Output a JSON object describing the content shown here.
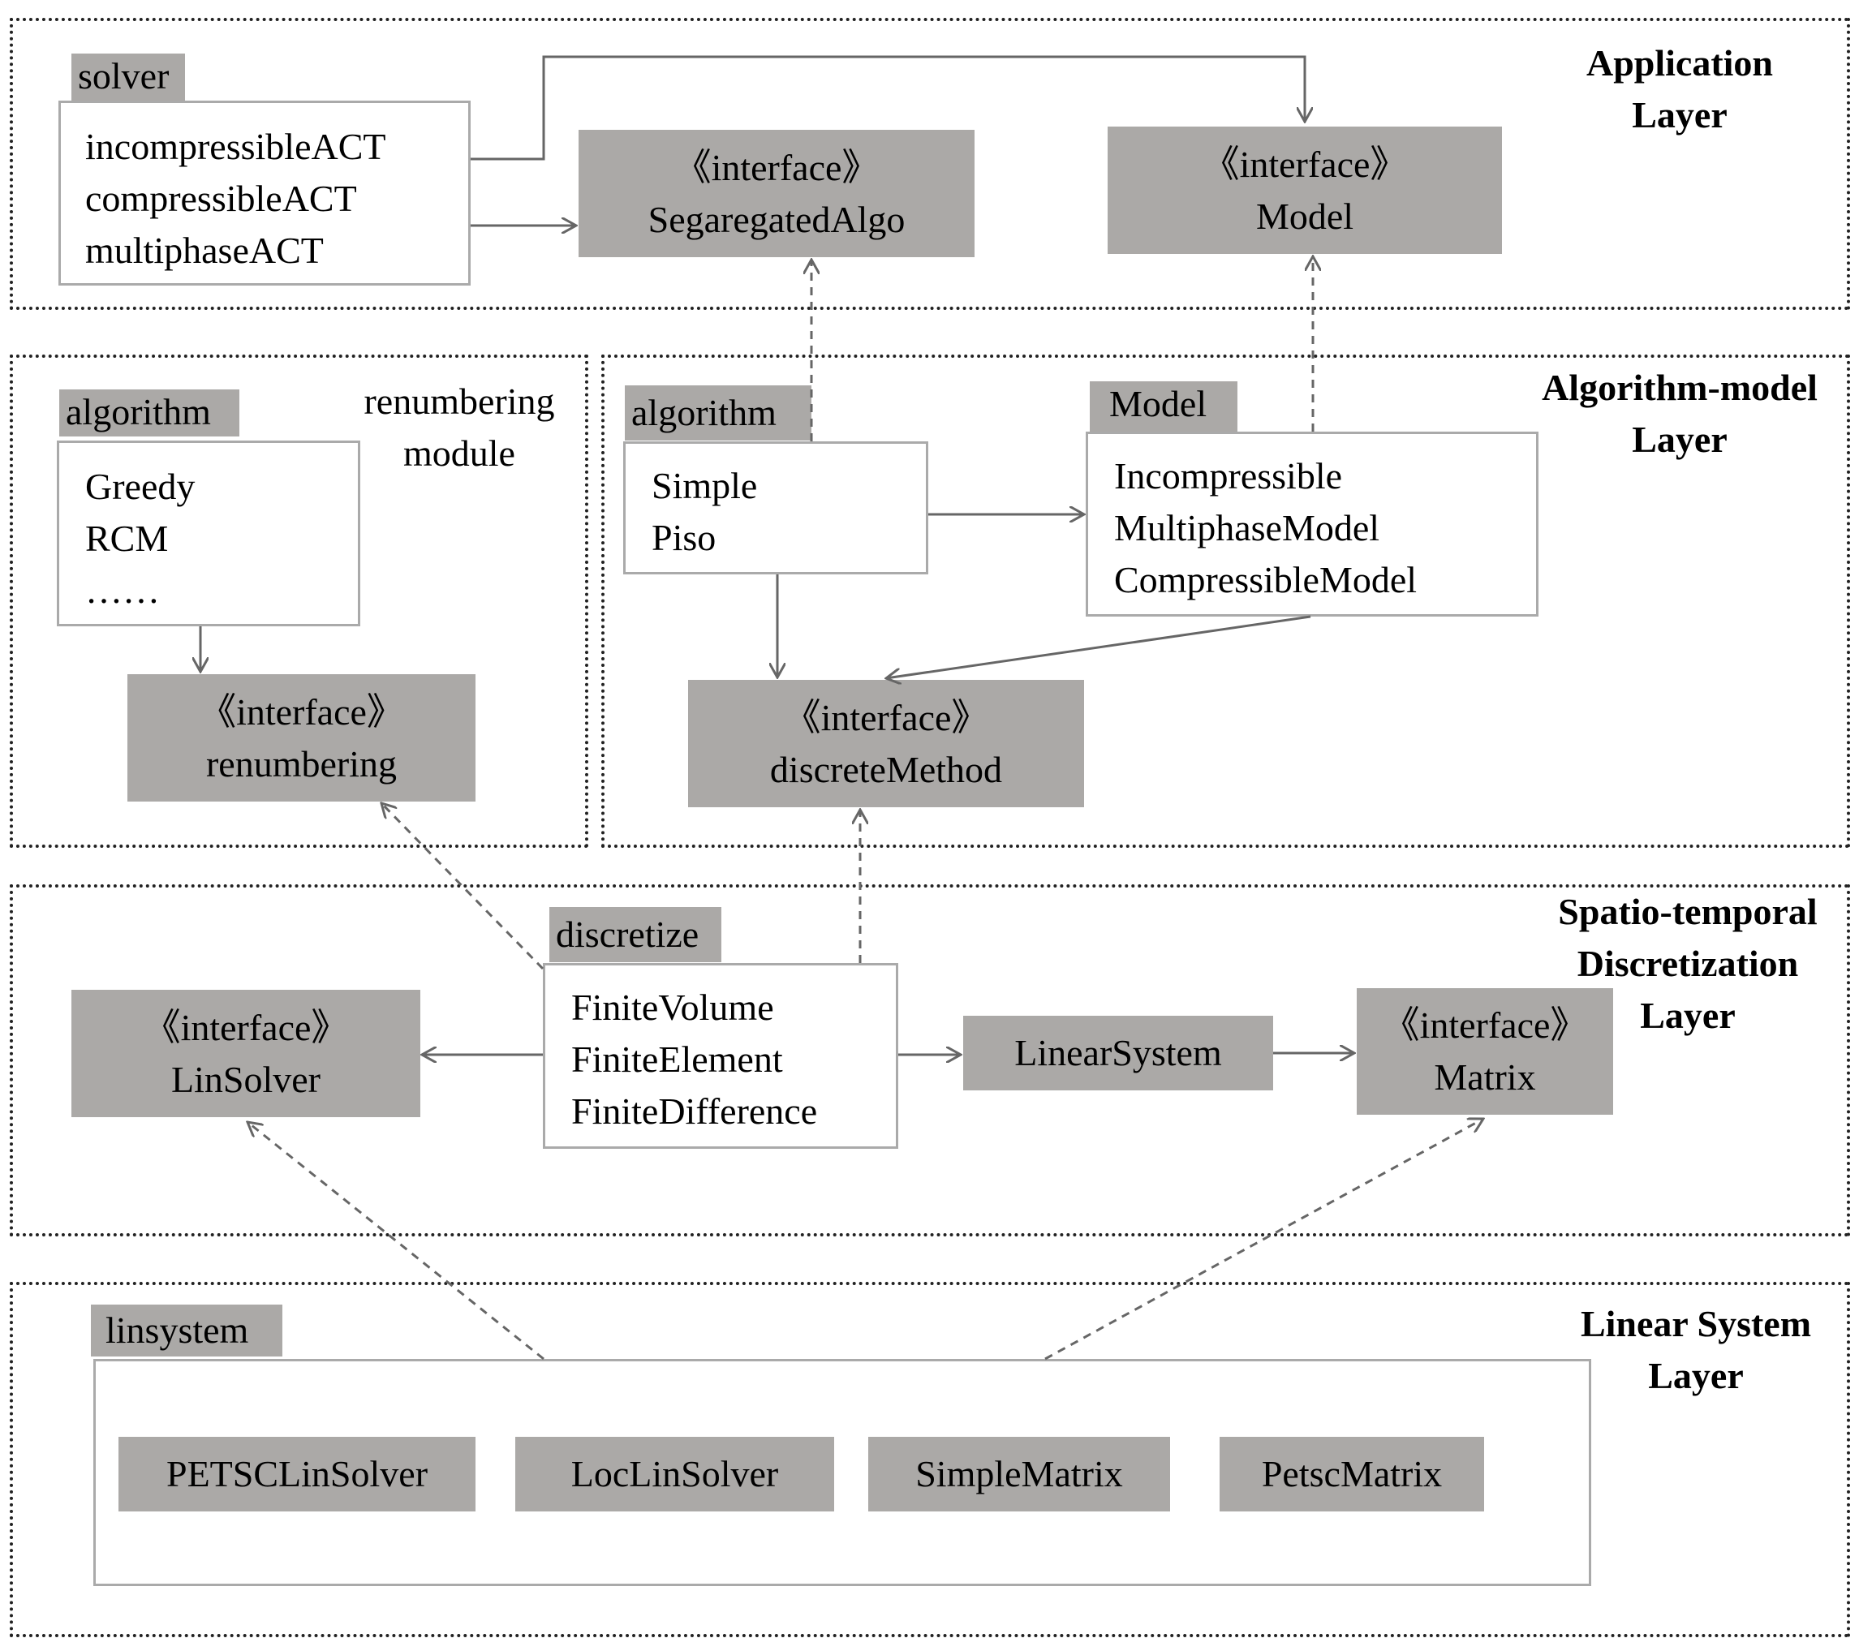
{
  "layers": {
    "application": {
      "label_line1": "Application",
      "label_line2": "Layer"
    },
    "algorithm_model": {
      "label_line1": "Algorithm-model",
      "label_line2": "Layer"
    },
    "spatio_temporal": {
      "label_line1": "Spatio-temporal",
      "label_line2": "Discretization",
      "label_line3": "Layer"
    },
    "linear_system": {
      "label_line1": "Linear System",
      "label_line2": "Layer"
    }
  },
  "solver": {
    "tag": "solver",
    "items": [
      "incompressibleACT",
      "compressibleACT",
      "multiphaseACT"
    ]
  },
  "interfaces": {
    "segregated_algo": {
      "stereotype": "《interface》",
      "name": "SegaregatedAlgo"
    },
    "model": {
      "stereotype": "《interface》",
      "name": "Model"
    },
    "renumbering": {
      "stereotype": "《interface》",
      "name": "renumbering"
    },
    "discrete_method": {
      "stereotype": "《interface》",
      "name": "discreteMethod"
    },
    "lin_solver": {
      "stereotype": "《interface》",
      "name": "LinSolver"
    },
    "matrix": {
      "stereotype": "《interface》",
      "name": "Matrix"
    }
  },
  "renumbering_module": {
    "tag": "algorithm",
    "title_line1": "renumbering",
    "title_line2": "module",
    "items": [
      "Greedy",
      "RCM",
      "……"
    ]
  },
  "algorithm": {
    "tag": "algorithm",
    "items": [
      "Simple",
      "Piso"
    ]
  },
  "model": {
    "tag": "Model",
    "items": [
      "Incompressible",
      "MultiphaseModel",
      "CompressibleModel"
    ]
  },
  "discretize": {
    "tag": "discretize",
    "items": [
      "FiniteVolume",
      "FiniteElement",
      "FiniteDifference"
    ]
  },
  "linear_system_box": {
    "label": "LinearSystem"
  },
  "linsystem": {
    "tag": "linsystem",
    "items": [
      "PETSCLinSolver",
      "LocLinSolver",
      "SimpleMatrix",
      "PetscMatrix"
    ]
  },
  "colors": {
    "fill": "#aba9a7",
    "border": "#aaaaaa",
    "arrow": "#666666"
  }
}
